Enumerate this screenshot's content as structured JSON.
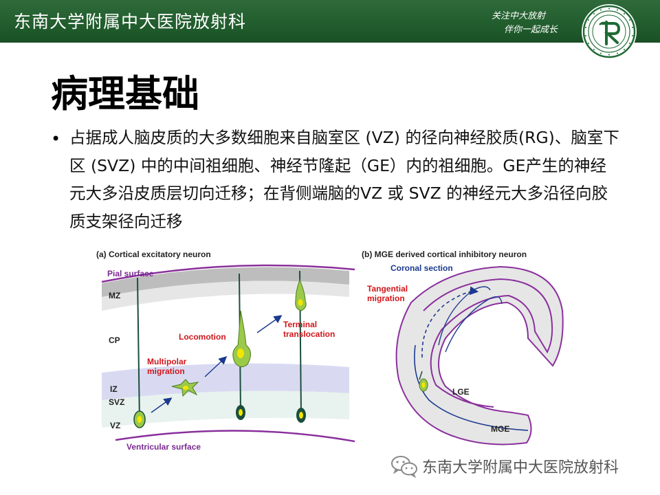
{
  "header": {
    "title": "东南大学附属中大医院放射科",
    "slogan_line1": "关注中大放射",
    "slogan_line2": "伴你一起成长"
  },
  "page_title": "病理基础",
  "bullet_text": "占据成人脑皮质的大多数细胞来自脑室区 (VZ) 的径向神经胶质(RG)、脑室下区 (SVZ) 中的中间祖细胞、神经节隆起（GE）内的祖细胞。GE产生的神经元大多沿皮质层切向迁移；在背侧端脑的VZ 或 SVZ 的神经元大多沿径向胶质支架径向迁移",
  "figure": {
    "panel_a": {
      "title": "(a) Cortical excitatory neuron",
      "pial_surface": "Pial surface",
      "layers": {
        "mz": "MZ",
        "cp": "CP",
        "iz": "IZ",
        "svz": "SVZ",
        "vz": "VZ"
      },
      "locomotion": "Locomotion",
      "terminal_line1": "Terminal",
      "terminal_line2": "translocation",
      "multipolar_line1": "Multipolar",
      "multipolar_line2": "migration",
      "ventricular_surface": "Ventricular surface"
    },
    "panel_b": {
      "title": "(b) MGE derived cortical inhibitory neuron",
      "coronal_section": "Coronal section",
      "tangential_line1": "Tangential",
      "tangential_line2": "migration",
      "lge": "LGE",
      "mge": "MGE"
    },
    "colors": {
      "label_red": "#d0161a",
      "label_blue": "#1b3a8f",
      "pial_purple": "#8a2f9c",
      "cell_green": "#9bc94a",
      "nucleus_yellow": "#f2e600",
      "fiber_dark": "#1b4e3c"
    }
  },
  "watermark": {
    "text": "东南大学附属中大医院放射科",
    "icon": "wechat-icon"
  }
}
